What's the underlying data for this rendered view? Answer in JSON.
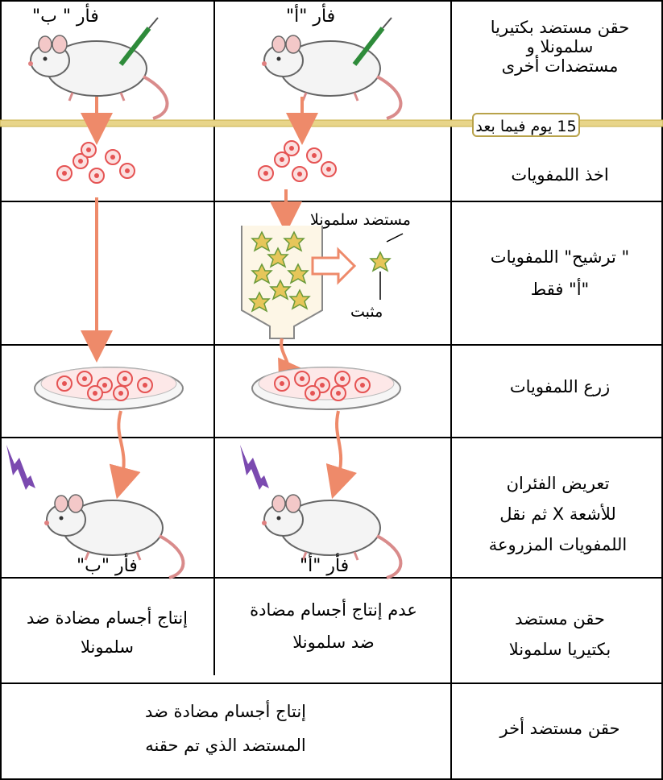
{
  "mouse_labels": {
    "a_top": "فأر \"أ\"",
    "b_top": "فأر \" ب\"",
    "a_bottom": "فأر \"أ\"",
    "b_bottom": "فأر \"ب\""
  },
  "steps": {
    "inject": [
      "حقن مستضد بكتيريا",
      "سلمونلا و",
      "مستضدات أخرى"
    ],
    "delay_badge": "15 يوم فيما بعد",
    "collect": "اخذ اللمفويات",
    "filter": [
      "\" ترشيح\" اللمفويات",
      "\"أ\" فقط"
    ],
    "culture": "زرع اللمفويات",
    "irradiate": [
      "تعريض الفئران",
      "للأشعة X ثم نقل",
      "اللمفويات المزروعة"
    ],
    "inject_salmonella": [
      "حقن مستضد",
      "بكتيريا سلمونلا"
    ],
    "inject_other": "حقن مستضد أخر"
  },
  "annotations": {
    "salmonella_antigen": "مستضد سلمونلا",
    "fixed": "مثبت"
  },
  "results": {
    "a_salmonella": [
      "عدم إنتاج أجسام مضادة",
      "ضد سلمونلا"
    ],
    "b_salmonella": [
      "إنتاج أجسام مضادة ضد",
      "سلمونلا"
    ],
    "other_antigen": [
      "إنتاج أجسام مضادة ضد",
      "المستضد الذي تم حقنه"
    ]
  },
  "colors": {
    "grid_line": "#000000",
    "arrow": "#ee8a6a",
    "cell": "#e55353",
    "stem": "#c9b04a",
    "lightning": "#7b4ab0",
    "syringe": "#2e8b3a"
  }
}
